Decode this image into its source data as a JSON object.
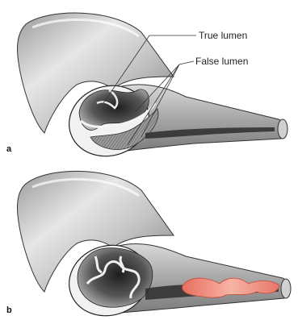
{
  "figure": {
    "panels": [
      {
        "letter": "a",
        "labels": [
          "True lumen",
          "False lumen"
        ]
      },
      {
        "letter": "b",
        "labels": []
      }
    ],
    "colors": {
      "wall_light": "#eeeeee",
      "wall_mid": "#bdbdbd",
      "wall_dark": "#6e6e6e",
      "lumen_dark": "#3a3a3a",
      "hatch": "#8a8a8a",
      "thrombus": "#f08a7a",
      "thrombus_light": "#f9c2b6"
    }
  }
}
